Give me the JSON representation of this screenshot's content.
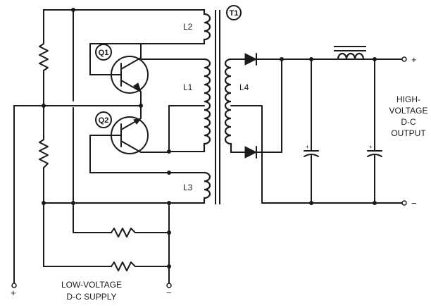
{
  "labels": {
    "t1": "T1",
    "l1": "L1",
    "l2": "L2",
    "l3": "L3",
    "l4": "L4",
    "q1": "Q1",
    "q2": "Q2"
  },
  "output": {
    "line1": "HIGH-",
    "line2": "VOLTAGE",
    "line3": "D-C",
    "line4": "OUTPUT",
    "plus": "+",
    "minus": "−"
  },
  "input": {
    "line1": "LOW-VOLTAGE",
    "line2": "D-C SUPPLY",
    "plus": "+",
    "minus": "−"
  },
  "cap_polarity": "+"
}
